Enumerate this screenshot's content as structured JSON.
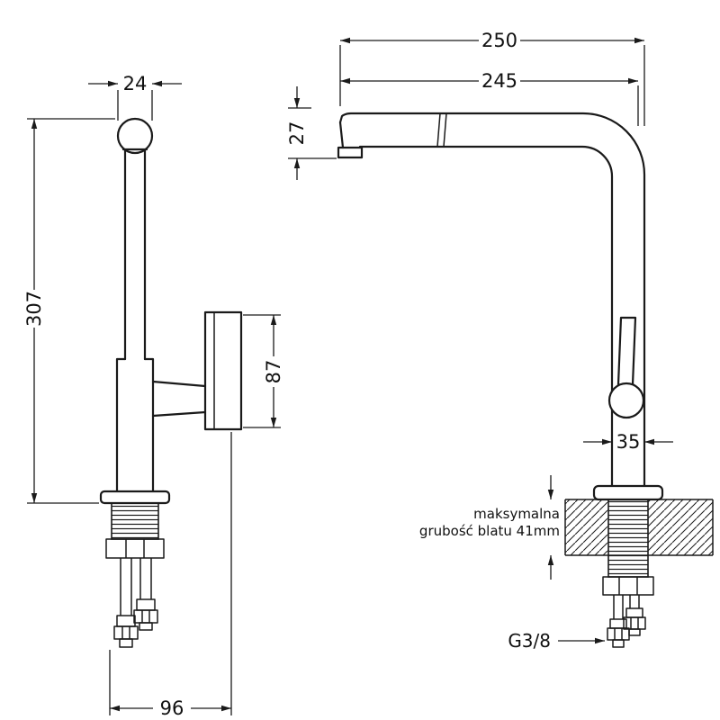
{
  "page": {
    "background": "#ffffff",
    "line_color": "#1a1a1a"
  },
  "front_view": {
    "dims": {
      "top_width": "24",
      "total_height": "307",
      "handle_height": "87",
      "bottom_span": "96"
    }
  },
  "side_view": {
    "dims": {
      "total_reach": "250",
      "spout_reach": "245",
      "spout_height": "27",
      "body_width": "35"
    },
    "counter_note": {
      "line1": "maksymalna",
      "line2": "grubość blatu 41mm"
    },
    "thread_label": "G3/8"
  }
}
